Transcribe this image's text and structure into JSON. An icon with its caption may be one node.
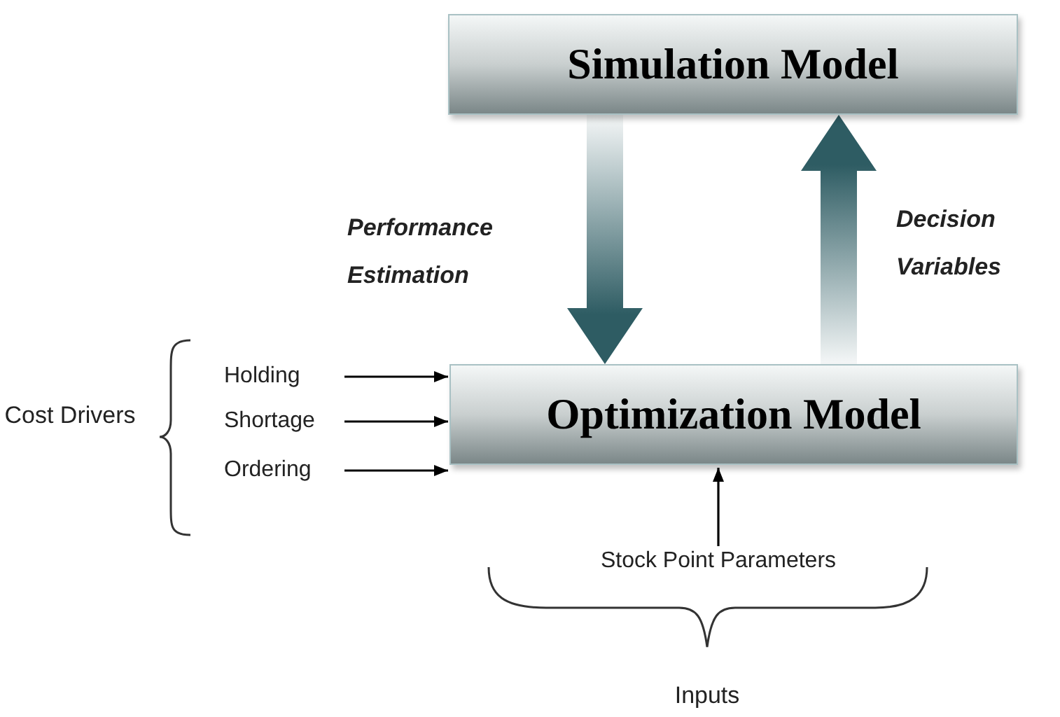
{
  "diagram": {
    "nodes": [
      {
        "text": [
          "Simulation Model"
        ]
      },
      {
        "text": [
          "Optimization Model"
        ]
      },
      {
        "text": [
          "Holding"
        ]
      },
      {
        "text": [
          "Shortage"
        ]
      },
      {
        "text": [
          "Ordering"
        ]
      },
      {
        "text": [
          "Stock Point Parameters"
        ]
      }
    ],
    "edges": [
      {
        "from": 0,
        "to": 1,
        "arrow": "to",
        "label": "Performance Estimation",
        "style": "thick",
        "color": "#2e5c63"
      },
      {
        "from": 1,
        "to": 0,
        "arrow": "to",
        "label": "Decision Variables",
        "style": "thick",
        "color": "#2e5c63"
      },
      {
        "from": 2,
        "to": 1,
        "arrow": "to"
      },
      {
        "from": 3,
        "to": 1,
        "arrow": "to"
      },
      {
        "from": 4,
        "to": 1,
        "arrow": "to"
      },
      {
        "from": 5,
        "to": 1,
        "arrow": "to"
      }
    ],
    "labels": [
      "Cost Drivers",
      "Inputs"
    ]
  }
}
